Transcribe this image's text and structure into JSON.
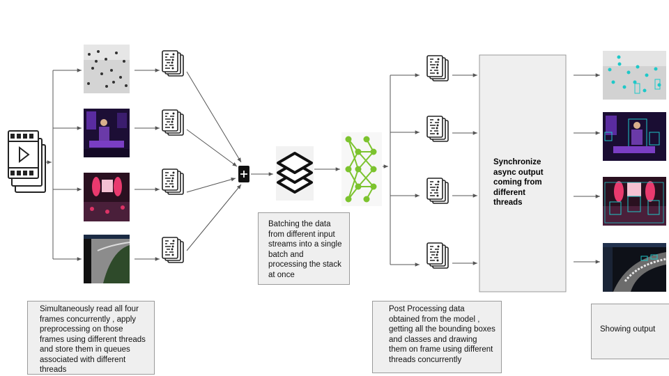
{
  "notes": {
    "read_frames": "Simultaneously read all four frames concurrently , apply preprocessing on those frames using different threads and store them in queues associated with different threads",
    "batching": "Batching the data from different input streams into a single batch  and processing the stack at once",
    "post_processing": "Post Processing data obtained from the model , getting all the bounding boxes and classes and drawing them on frame using different threads concurrently",
    "synchronize": "Synchronize\nasync output\ncoming from\ndifferent\nthreads",
    "showing_output": "Showing output"
  },
  "icons": {
    "input": "video-stack-icon",
    "preprocess_threads": "code-document-stack-icon",
    "merge": "plus-icon",
    "batch": "layers-icon",
    "model": "neural-network-icon",
    "postprocess_threads": "code-document-stack-icon"
  },
  "colors": {
    "arrow": "#555555",
    "box_fill": "#efefef",
    "box_border": "#9a9a9a",
    "network_green": "#7cc32e",
    "detection_cyan": "#1ec8c8"
  }
}
